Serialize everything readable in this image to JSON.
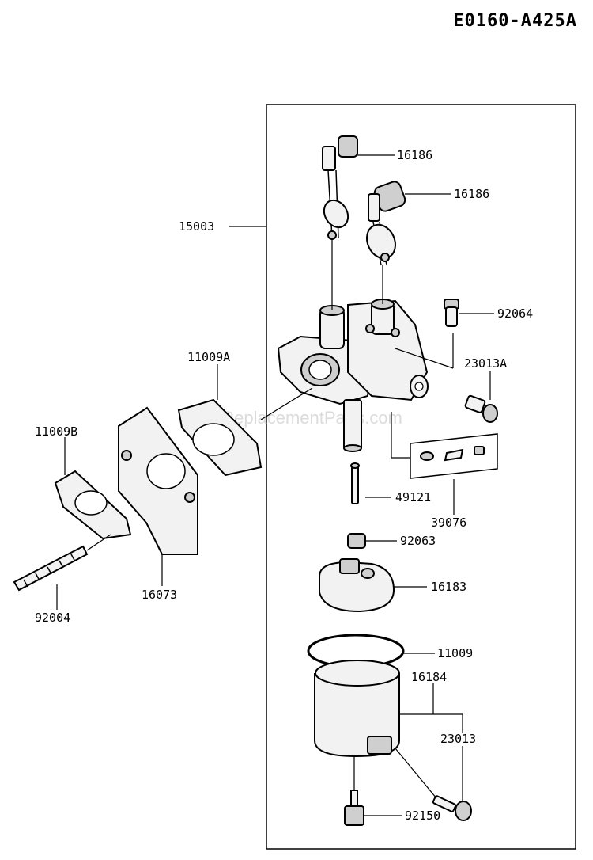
{
  "diagram_code": "E0160-A425A",
  "watermark": "eReplacementParts.com",
  "callouts": {
    "p16186a": "16186",
    "p16186b": "16186",
    "p15003": "15003",
    "p92064": "92064",
    "p11009A": "11009A",
    "p23013A": "23013A",
    "p11009B": "11009B",
    "p49121": "49121",
    "p39076": "39076",
    "p92063": "92063",
    "p16073": "16073",
    "p16183": "16183",
    "p92004": "92004",
    "p11009": "11009",
    "p16184": "16184",
    "p23013": "23013",
    "p92150": "92150"
  }
}
